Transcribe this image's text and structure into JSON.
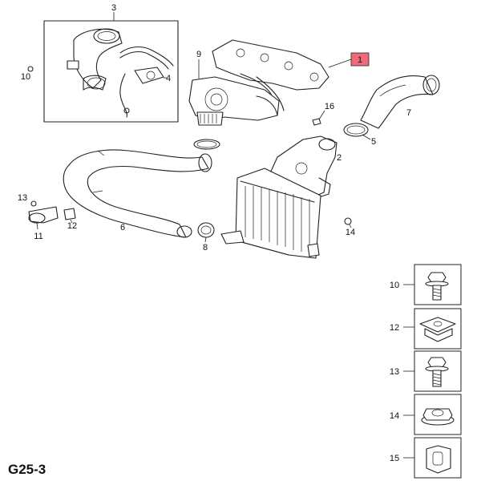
{
  "diagram": {
    "code": "G25-3",
    "callouts": {
      "c1": "1",
      "c2": "2",
      "c3": "3",
      "c4": "4",
      "c5": "5",
      "c6": "6",
      "c7": "7",
      "c8": "8",
      "c9": "9",
      "c10": "10",
      "c11": "11",
      "c12": "12",
      "c13": "13",
      "c14": "14",
      "c16": "16"
    },
    "highlight_color": "#f06b7a",
    "legend": [
      {
        "label": "10",
        "icon": "flange-bolt-icon"
      },
      {
        "label": "12",
        "icon": "clip-nut-icon"
      },
      {
        "label": "13",
        "icon": "flange-bolt-icon"
      },
      {
        "label": "14",
        "icon": "flange-nut-icon"
      },
      {
        "label": "15",
        "icon": "clip-nut-icon"
      }
    ]
  }
}
